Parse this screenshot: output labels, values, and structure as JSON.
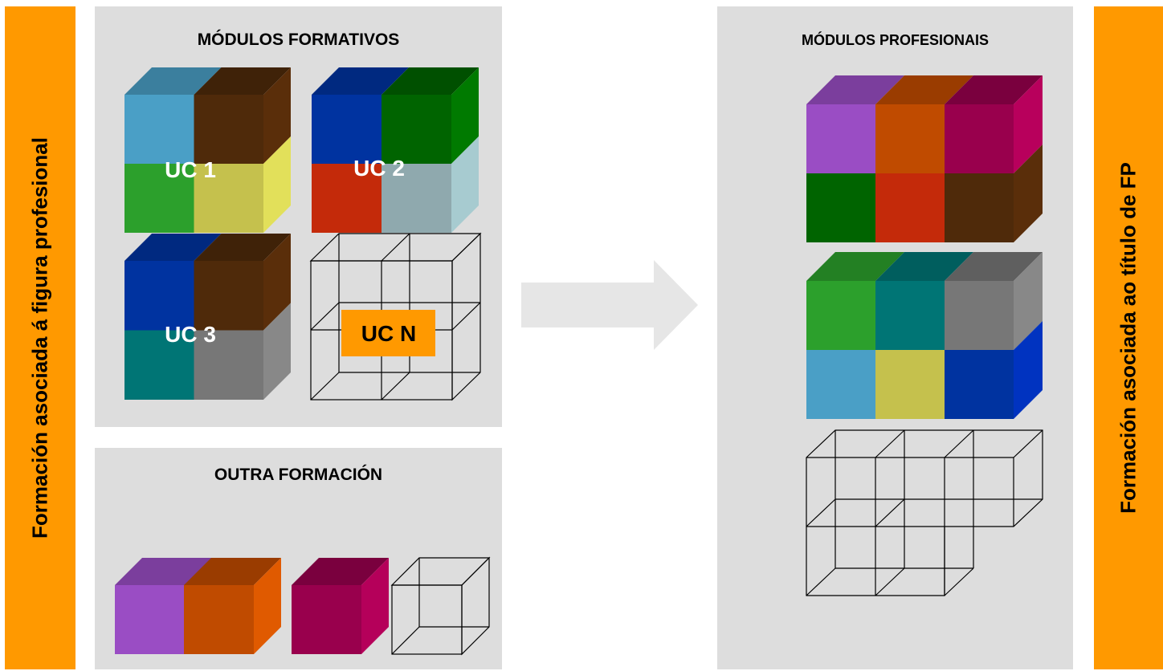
{
  "left_side_label": "Formación asociada á figura profesional",
  "right_side_label": "Formación asociada ao título de FP",
  "modulos_formativos": {
    "title": "MÓDULOS FORMATIVOS",
    "units": [
      {
        "label": "UC 1",
        "colors": [
          "#4a9fc6",
          "#4f2a0a",
          "#2ca02c",
          "#c5c14d"
        ],
        "side_colors": [
          "#5a2e0a",
          "#e2e05a"
        ]
      },
      {
        "label": "UC 2",
        "colors": [
          "#0033a0",
          "#006400",
          "#c42a0a",
          "#8fa9ae"
        ],
        "side_colors": [
          "#007a00",
          "#a7cbd0"
        ]
      },
      {
        "label": "UC 3",
        "colors": [
          "#0033a0",
          "#4f2a0a",
          "#007575",
          "#777777"
        ],
        "side_colors": [
          "#5a2e0a",
          "#888888"
        ]
      },
      {
        "label": "UC N"
      }
    ]
  },
  "outra_formacion": {
    "title": "OUTRA FORMACIÓN",
    "cubes": [
      "#9a4dc4",
      "#c04b00",
      "#99004d"
    ]
  },
  "modulos_profesionais": {
    "title": "MÓDULOS PROFESIONAIS",
    "block1": {
      "top": [
        "#9a4dc4",
        "#c04b00",
        "#99004d"
      ],
      "bottom": [
        "#006400",
        "#c42a0a",
        "#4f2a0a"
      ]
    },
    "block2": {
      "top": [
        "#2ca02c",
        "#007575",
        "#777777"
      ],
      "bottom": [
        "#4a9fc6",
        "#c5c14d",
        "#0033a0"
      ]
    }
  },
  "colors": {
    "accent": "#ff9900",
    "panel": "#dddddd",
    "arrow": "#e6e6e6"
  }
}
